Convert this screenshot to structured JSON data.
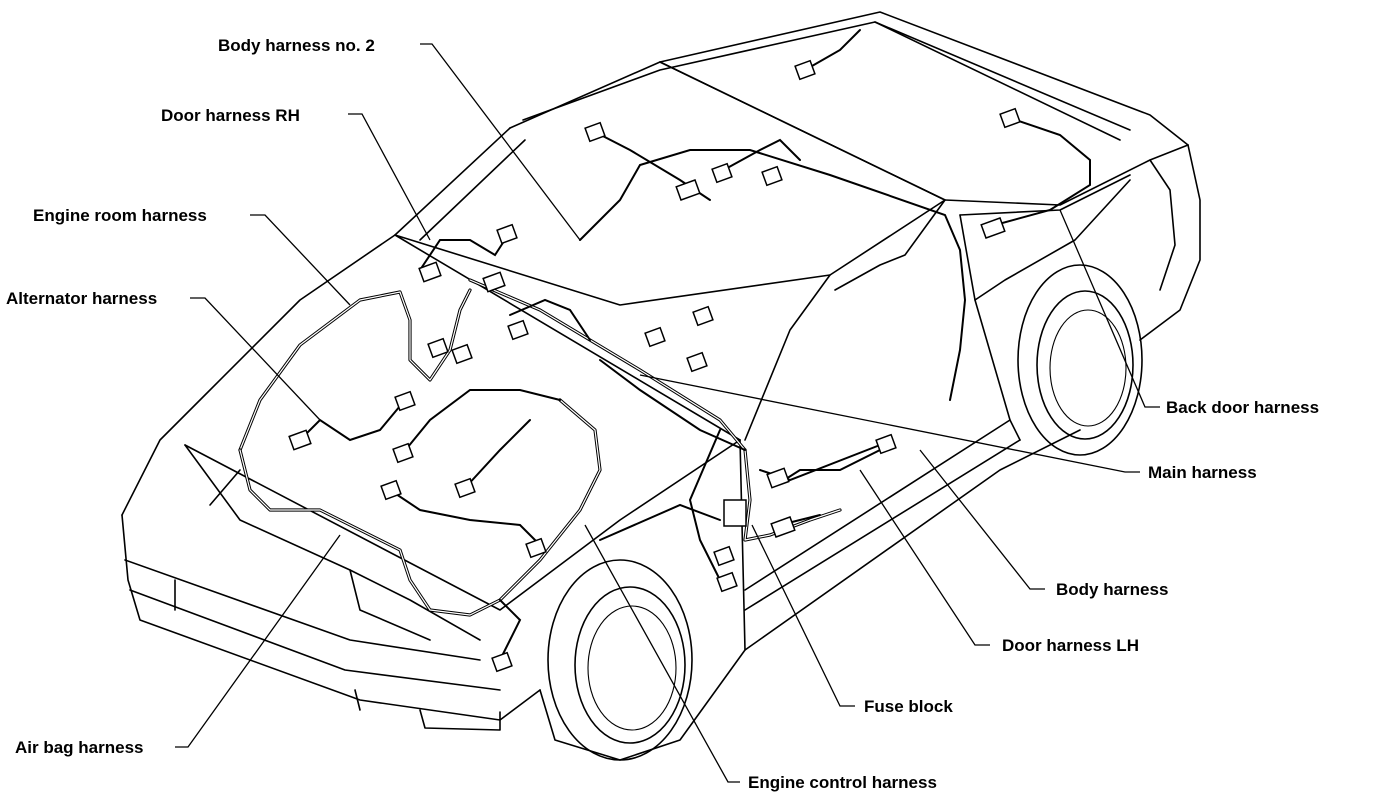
{
  "labels": {
    "body_harness_no2": "Body harness no. 2",
    "door_harness_rh": "Door harness RH",
    "engine_room_harness": "Engine room harness",
    "alternator_harness": "Alternator harness",
    "air_bag_harness": "Air bag harness",
    "engine_control_harness": "Engine control harness",
    "fuse_block": "Fuse block",
    "door_harness_lh": "Door harness LH",
    "body_harness": "Body harness",
    "main_harness": "Main harness",
    "back_door_harness": "Back door harness"
  }
}
